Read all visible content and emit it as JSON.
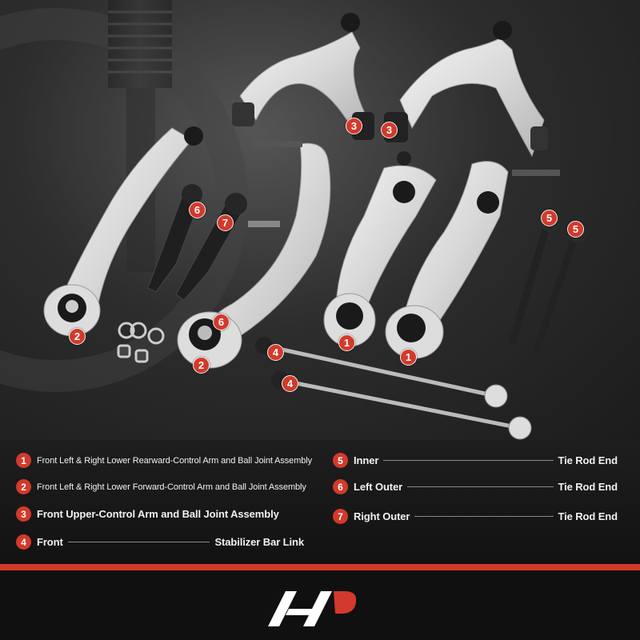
{
  "photo": {
    "badges": [
      "3",
      "3",
      "6",
      "7",
      "5",
      "5",
      "2",
      "6",
      "1",
      "1",
      "2",
      "4",
      "4"
    ]
  },
  "legend": {
    "items": [
      {
        "num": "1",
        "text": "Front Left & Right Lower Rearward-Control Arm and Ball Joint Assembly"
      },
      {
        "num": "2",
        "text": "Front Left & Right Lower Forward-Control Arm and Ball Joint Assembly"
      },
      {
        "num": "3",
        "text": "Front Upper-Control Arm and Ball Joint Assembly"
      },
      {
        "num": "4",
        "left": "Front",
        "right": "Stabilizer Bar Link"
      },
      {
        "num": "5",
        "left": "Inner",
        "right": "Tie Rod End"
      },
      {
        "num": "6",
        "left": "Left Outer",
        "right": "Tie Rod End"
      },
      {
        "num": "7",
        "left": "Right Outer",
        "right": "Tie Rod End"
      }
    ]
  },
  "colors": {
    "accent": "#d23a2b",
    "background": "#111111",
    "text": "#f1f1f1"
  },
  "footer": {
    "logo": "a-premium-logo"
  }
}
